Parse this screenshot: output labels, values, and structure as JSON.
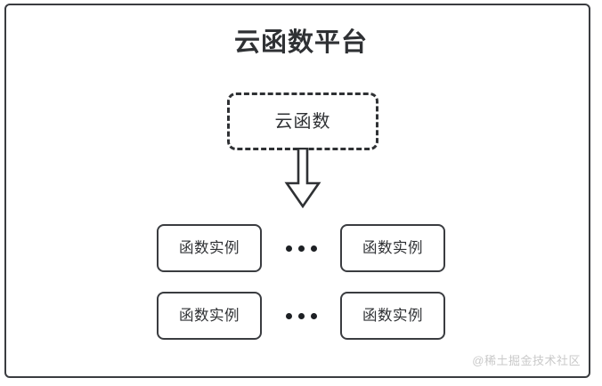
{
  "diagram": {
    "platform": {
      "title": "云函数平台"
    },
    "cloud_function": {
      "label": "云函数",
      "border_style": "dashed"
    },
    "arrow": {
      "name": "downward-block-arrow",
      "direction": "down"
    },
    "instance_rows": [
      {
        "left": {
          "label": "函数实例"
        },
        "separator": "…",
        "right": {
          "label": "函数实例"
        }
      },
      {
        "left": {
          "label": "函数实例"
        },
        "separator": "…",
        "right": {
          "label": "函数实例"
        }
      }
    ],
    "watermark": "@稀土掘金技术社区",
    "colors": {
      "stroke": "#3a3c40",
      "text": "#2f3134",
      "background": "#ffffff",
      "watermark": "#c9c9c9"
    }
  }
}
